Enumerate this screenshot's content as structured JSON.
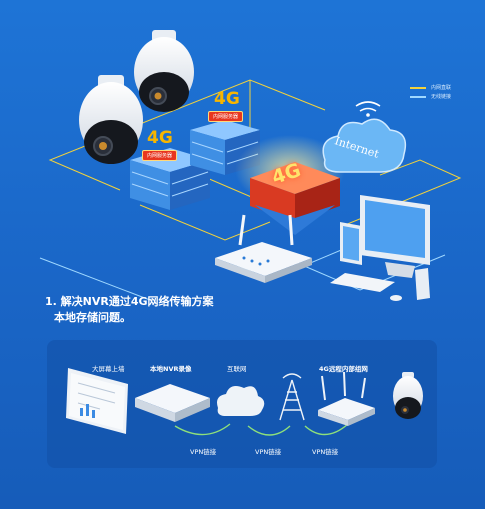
{
  "legend": {
    "items": [
      {
        "label": "内网直联",
        "color": "#f2d23c"
      },
      {
        "label": "无线链接",
        "color": "#9fd8ff"
      }
    ]
  },
  "top_diagram": {
    "badge_4g": "4G",
    "server_tag": "内网服务器",
    "cloud_label": "Internet"
  },
  "headline": {
    "line1": "1. 解决NVR通过4G网络传输方案",
    "line2": "本地存储问题。"
  },
  "flow": {
    "nodes": [
      {
        "label": "大屏幕上墙",
        "bold": false
      },
      {
        "label": "本地NVR录像",
        "bold": true
      },
      {
        "label": "互联网",
        "bold": false
      },
      {
        "label": "4G远程内部组网",
        "bold": true
      }
    ],
    "links": [
      "VPN链接",
      "VPN链接",
      "VPN链接"
    ]
  },
  "colors": {
    "background": "#1d6fd1",
    "wire_yellow": "#f2d23c",
    "wire_cyan": "#9fd8ff",
    "link_green": "#8ee07a",
    "badge_orange": "#f7b500",
    "tag_red": "#e8361f"
  }
}
